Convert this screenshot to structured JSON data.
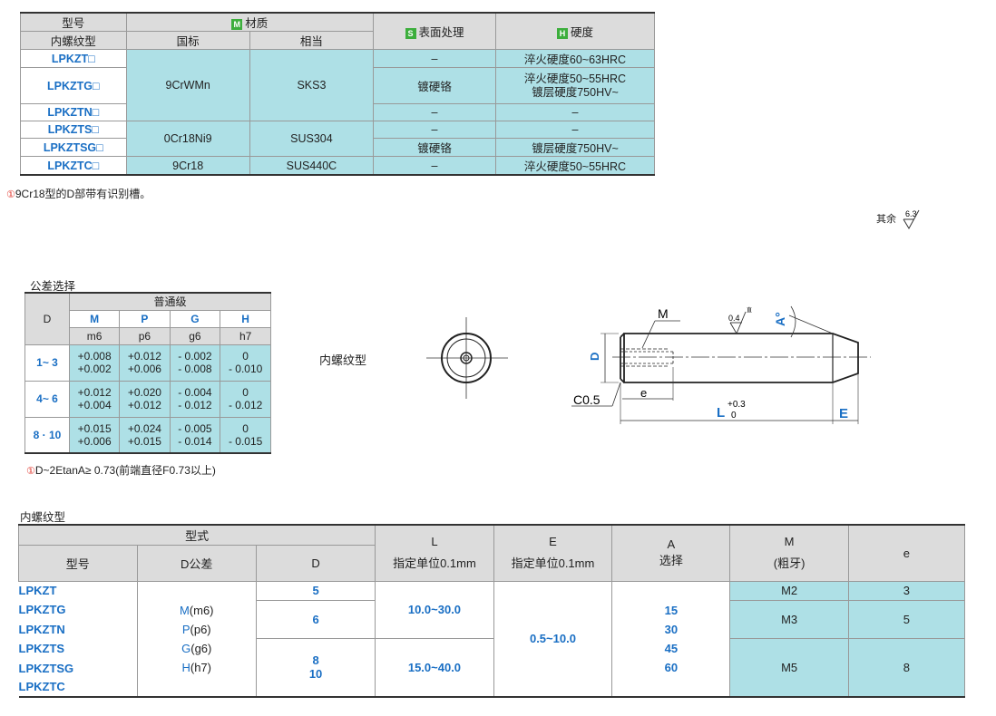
{
  "material_table": {
    "h_model": "型号",
    "h_inner": "内螺纹型",
    "h_material_badge": "M",
    "h_material": "材质",
    "h_national": "国标",
    "h_equiv": "相当",
    "h_surface_badge": "S",
    "h_surface": "表面处理",
    "h_hard_badge": "H",
    "h_hardness": "硬度",
    "rows": [
      {
        "model": "LPKZT□",
        "surface": "–",
        "hardness": "淬火硬度60~63HRC"
      },
      {
        "model": "LPKZTG□",
        "surface": "镀硬铬",
        "hardness": "淬火硬度50~55HRC",
        "hardness2": "镀层硬度750HV~"
      },
      {
        "model": "LPKZTN□",
        "surface": "–",
        "hardness": "–"
      },
      {
        "model": "LPKZTS□",
        "surface": "–",
        "hardness": "–"
      },
      {
        "model": "LPKZTSG□",
        "surface": "镀硬铬",
        "hardness": "镀层硬度750HV~"
      },
      {
        "model": "LPKZTC□",
        "surface": "–",
        "hardness": "淬火硬度50~55HRC"
      }
    ],
    "mat1_national": "9CrWMn",
    "mat1_equiv": "SKS3",
    "mat2_national": "0Cr18Ni9",
    "mat2_equiv": "SUS304",
    "mat3_national": "9Cr18",
    "mat3_equiv": "SUS440C",
    "note_icon": "①",
    "note": "9Cr18型的D部带有识别槽。"
  },
  "roughness": {
    "label": "其余",
    "value": "6.3"
  },
  "tolerance": {
    "title": "公差选择",
    "h_d": "D",
    "h_grade": "普通级",
    "cols": [
      "M",
      "P",
      "G",
      "H"
    ],
    "subcols": [
      "m6",
      "p6",
      "g6",
      "h7"
    ],
    "rows": [
      {
        "d": "1~ 3",
        "vals": [
          [
            "+0.008",
            "+0.002"
          ],
          [
            "+0.012",
            "+0.006"
          ],
          [
            "- 0.002",
            "- 0.008"
          ],
          [
            "0",
            "- 0.010"
          ]
        ]
      },
      {
        "d": "4~ 6",
        "vals": [
          [
            "+0.012",
            "+0.004"
          ],
          [
            "+0.020",
            "+0.012"
          ],
          [
            "- 0.004",
            "- 0.012"
          ],
          [
            "0",
            "- 0.012"
          ]
        ]
      },
      {
        "d": "8 · 10",
        "vals": [
          [
            "+0.015",
            "+0.006"
          ],
          [
            "+0.024",
            "+0.015"
          ],
          [
            "- 0.005",
            "- 0.014"
          ],
          [
            "0",
            "- 0.015"
          ]
        ]
      }
    ],
    "note_icon": "①",
    "note": "D~2EtanA≥ 0.73(前端直径F0.73以上)"
  },
  "drawing": {
    "inner_label": "内螺纹型",
    "M": "M",
    "roughness": "0.4",
    "roughness_mark": "直",
    "A": "A°",
    "D": "D",
    "chamfer": "C0.5",
    "e": "e",
    "L": "L",
    "L_tol_up": "+0.3",
    "L_tol_low": "0",
    "E": "E"
  },
  "spec_table": {
    "title": "内螺纹型",
    "h_type": "型式",
    "h_model": "型号",
    "h_dtol": "D公差",
    "h_d": "D",
    "h_L": "L",
    "h_L_sub": "指定单位0.1mm",
    "h_E": "E",
    "h_E_sub": "指定单位0.1mm",
    "h_A": "A",
    "h_A_sub": "选择",
    "h_M": "M",
    "h_M_sub": "(粗牙)",
    "h_e": "e",
    "models": [
      "LPKZT",
      "LPKZTG",
      "LPKZTN",
      "LPKZTS",
      "LPKZTSG",
      "LPKZTC"
    ],
    "dtol": [
      {
        "c": "M",
        "s": "(m6)"
      },
      {
        "c": "P",
        "s": "(p6)"
      },
      {
        "c": "G",
        "s": "(g6)"
      },
      {
        "c": "H",
        "s": "(h7)"
      }
    ],
    "d_values": [
      "5",
      "6",
      "8",
      "10"
    ],
    "L_values": [
      "10.0~30.0",
      "15.0~40.0"
    ],
    "E_value": "0.5~10.0",
    "A_values": [
      "15",
      "30",
      "45",
      "60"
    ],
    "M_values": [
      "M2",
      "M3",
      "M5"
    ],
    "e_values": [
      "3",
      "5",
      "8"
    ]
  },
  "colors": {
    "accent_blue": "#1a6fc4",
    "teal": "#aee0e6",
    "header_gray": "#dcdcdc",
    "badge_green": "#3cae3c"
  }
}
